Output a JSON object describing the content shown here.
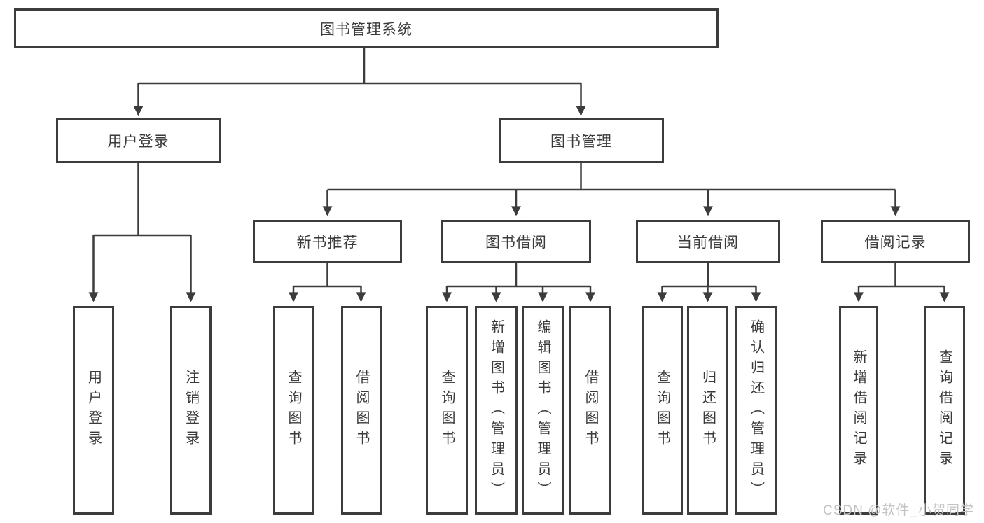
{
  "tree": {
    "label": "图书管理系统",
    "children": [
      {
        "label": "用户登录",
        "children": [
          {
            "label": "用户登录"
          },
          {
            "label": "注销登录"
          }
        ]
      },
      {
        "label": "图书管理",
        "children": [
          {
            "label": "新书推荐",
            "children": [
              {
                "label": "查询图书"
              },
              {
                "label": "借阅图书"
              }
            ]
          },
          {
            "label": "图书借阅",
            "children": [
              {
                "label": "查询图书"
              },
              {
                "label": "新增图书（管理员）"
              },
              {
                "label": "编辑图书（管理员）"
              },
              {
                "label": "借阅图书"
              }
            ]
          },
          {
            "label": "当前借阅",
            "children": [
              {
                "label": "查询图书"
              },
              {
                "label": "归还图书"
              },
              {
                "label": "确认归还（管理员）"
              }
            ]
          },
          {
            "label": "借阅记录",
            "children": [
              {
                "label": "新增借阅记录"
              },
              {
                "label": "查询借阅记录"
              }
            ]
          }
        ]
      }
    ]
  },
  "watermark": "CSDN @软件_小贺同学",
  "colors": {
    "line": "#3c3c3c",
    "text": "#3a3a3a",
    "background": "#ffffff",
    "watermark": "#c3c3c3"
  }
}
